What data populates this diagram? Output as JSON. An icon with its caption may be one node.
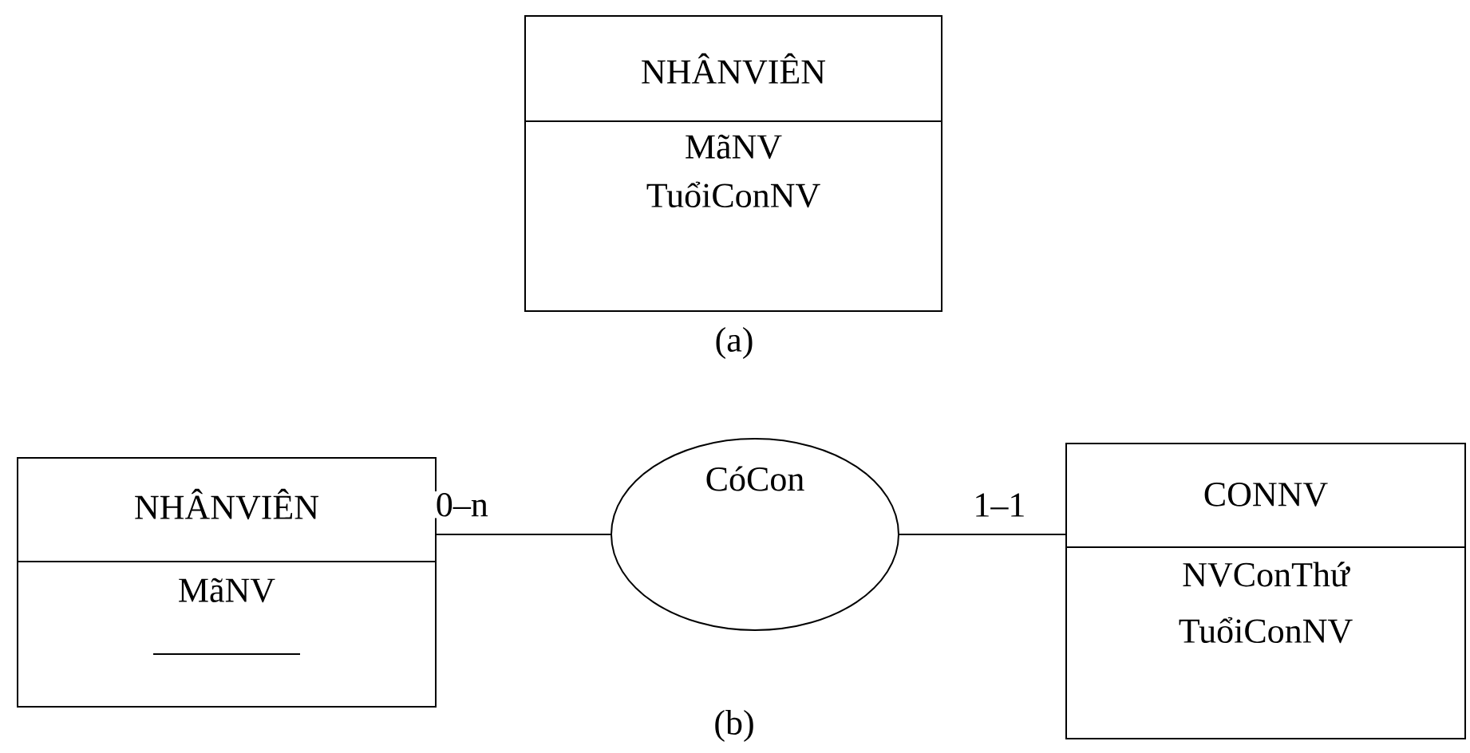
{
  "diagram": {
    "nodes": [
      {
        "text": [
          "NHÂNVIÊN",
          "MãNV",
          "TuổiConNV"
        ],
        "beside": [
          "(a)"
        ]
      },
      {
        "text": [
          "NHÂNVIÊN",
          "MãNV"
        ]
      },
      {
        "text": [
          "CóCon"
        ]
      },
      {
        "text": [
          "CONNV",
          "NVConThứ",
          "TuổiConNV"
        ]
      }
    ],
    "edges": [
      {
        "from": 1,
        "to": 2,
        "arrow": "none",
        "label": "0–n"
      },
      {
        "from": 2,
        "to": 3,
        "arrow": "none",
        "label": "1–1"
      }
    ],
    "labels": [
      "(b)"
    ]
  }
}
